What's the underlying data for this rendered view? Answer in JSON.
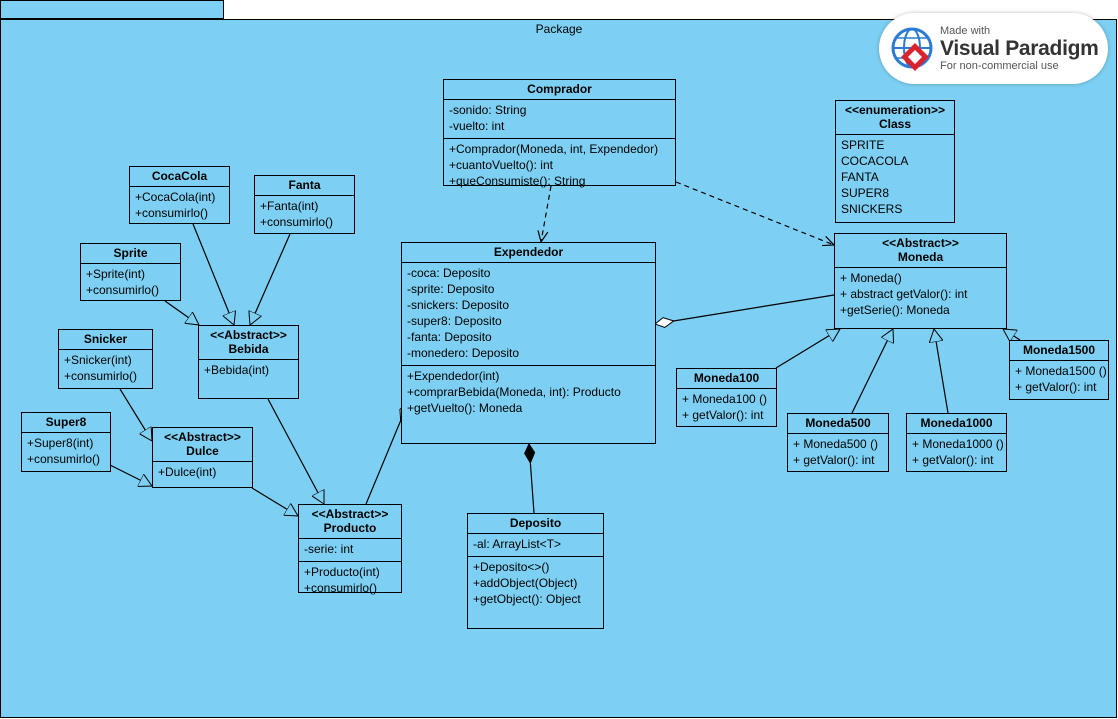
{
  "package": {
    "name": "Package"
  },
  "badge": {
    "made_with": "Made with",
    "brand": "Visual Paradigm",
    "note": "For non-commercial use"
  },
  "classes": {
    "comprador": {
      "name": "Comprador",
      "attributes": [
        "-sonido: String",
        "-vuelto: int"
      ],
      "methods": [
        "+Comprador(Moneda, int, Expendedor)",
        "+cuantoVuelto(): int",
        "+queConsumiste(): String"
      ]
    },
    "enumeration": {
      "stereotype": "<<enumeration>>",
      "name": "Class",
      "literals": [
        "SPRITE",
        "COCACOLA",
        "FANTA",
        "SUPER8",
        "SNICKERS"
      ]
    },
    "cocacola": {
      "name": "CocaCola",
      "methods": [
        "+CocaCola(int)",
        "+consumirlo()"
      ]
    },
    "fanta": {
      "name": "Fanta",
      "methods": [
        "+Fanta(int)",
        "+consumirlo()"
      ]
    },
    "sprite": {
      "name": "Sprite",
      "methods": [
        "+Sprite(int)",
        "+consumirlo()"
      ]
    },
    "snicker": {
      "name": "Snicker",
      "methods": [
        "+Snicker(int)",
        "+consumirlo()"
      ]
    },
    "super8": {
      "name": "Super8",
      "methods": [
        "+Super8(int)",
        "+consumirlo()"
      ]
    },
    "bebida": {
      "stereotype": "<<Abstract>>",
      "name": "Bebida",
      "methods": [
        "+Bebida(int)"
      ]
    },
    "dulce": {
      "stereotype": "<<Abstract>>",
      "name": "Dulce",
      "methods": [
        "+Dulce(int)"
      ]
    },
    "producto": {
      "stereotype": "<<Abstract>>",
      "name": "Producto",
      "attributes": [
        "-serie: int"
      ],
      "methods": [
        "+Producto(int)",
        "+consumirlo()"
      ]
    },
    "expendedor": {
      "name": "Expendedor",
      "attributes": [
        "-coca: Deposito",
        "-sprite: Deposito",
        "-snickers: Deposito",
        "-super8: Deposito",
        "-fanta: Deposito",
        "-monedero: Deposito"
      ],
      "methods": [
        "+Expendedor(int)",
        "+comprarBebida(Moneda, int): Producto",
        "+getVuelto(): Moneda"
      ]
    },
    "deposito": {
      "name": "Deposito",
      "attributes": [
        "-al: ArrayList<T>"
      ],
      "methods": [
        "+Deposito<>()",
        "+addObject(Object)",
        "+getObject(): Object"
      ]
    },
    "moneda": {
      "stereotype": "<<Abstract>>",
      "name": "Moneda",
      "methods": [
        "+ Moneda()",
        "+ abstract getValor(): int",
        "+getSerie(): Moneda"
      ]
    },
    "moneda100": {
      "name": "Moneda100",
      "methods": [
        "+ Moneda100 ()",
        "+ getValor(): int"
      ]
    },
    "moneda500": {
      "name": "Moneda500",
      "methods": [
        "+ Moneda500 ()",
        "+ getValor(): int"
      ]
    },
    "moneda1000": {
      "name": "Moneda1000",
      "methods": [
        "+ Moneda1000 ()",
        "+ getValor(): int"
      ]
    },
    "moneda1500": {
      "name": "Moneda1500",
      "methods": [
        "+ Moneda1500 ()",
        "+ getValor(): int"
      ]
    }
  },
  "relations": [
    {
      "type": "generalization",
      "from": "CocaCola",
      "to": "Bebida"
    },
    {
      "type": "generalization",
      "from": "Fanta",
      "to": "Bebida"
    },
    {
      "type": "generalization",
      "from": "Sprite",
      "to": "Bebida"
    },
    {
      "type": "generalization",
      "from": "Snicker",
      "to": "Dulce"
    },
    {
      "type": "generalization",
      "from": "Super8",
      "to": "Dulce"
    },
    {
      "type": "generalization",
      "from": "Bebida",
      "to": "Producto"
    },
    {
      "type": "generalization",
      "from": "Dulce",
      "to": "Producto"
    },
    {
      "type": "aggregation",
      "from": "Expendedor",
      "to": "Producto"
    },
    {
      "type": "aggregation",
      "from": "Expendedor",
      "to": "Moneda"
    },
    {
      "type": "composition",
      "from": "Expendedor",
      "to": "Deposito"
    },
    {
      "type": "dependency",
      "from": "Comprador",
      "to": "Expendedor"
    },
    {
      "type": "dependency",
      "from": "Comprador",
      "to": "Moneda"
    },
    {
      "type": "generalization",
      "from": "Moneda100",
      "to": "Moneda"
    },
    {
      "type": "generalization",
      "from": "Moneda500",
      "to": "Moneda"
    },
    {
      "type": "generalization",
      "from": "Moneda1000",
      "to": "Moneda"
    },
    {
      "type": "generalization",
      "from": "Moneda1500",
      "to": "Moneda"
    }
  ]
}
